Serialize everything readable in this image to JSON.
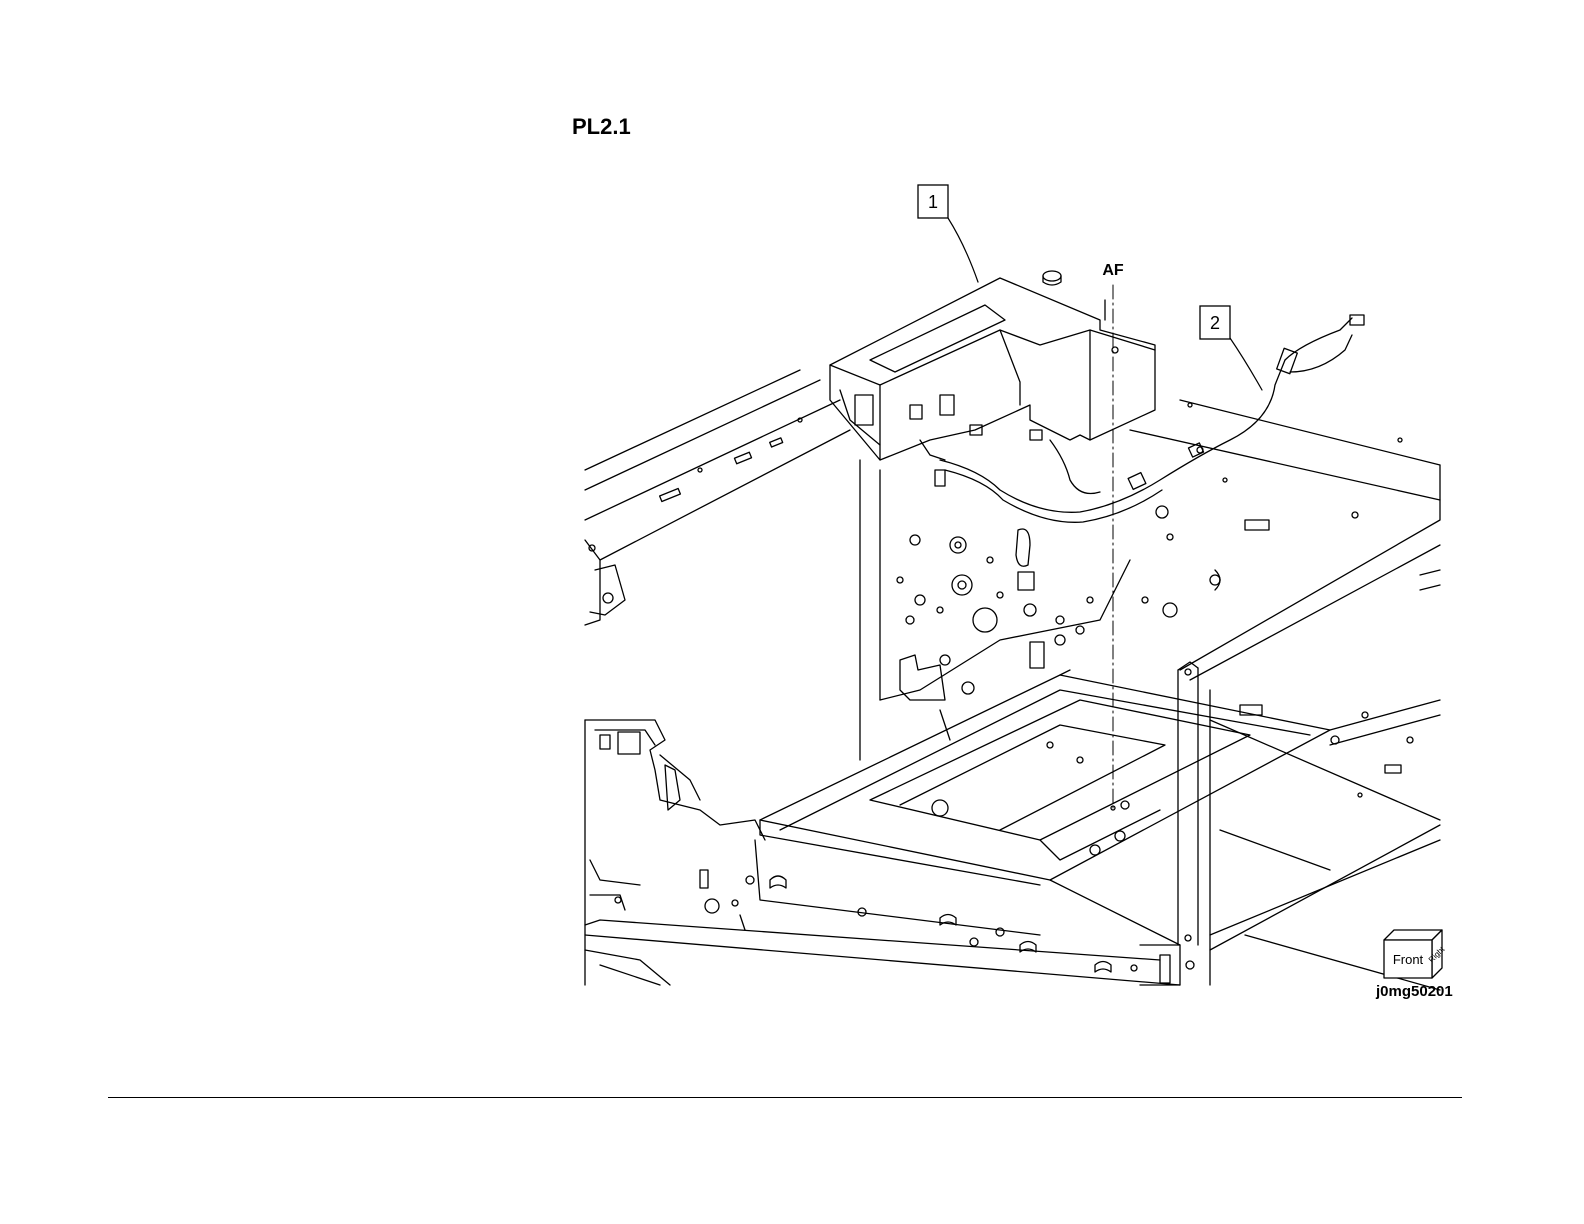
{
  "figure": {
    "title": "PL2.1",
    "callouts": [
      {
        "id": "item-1",
        "label": "1"
      },
      {
        "id": "item-2",
        "label": "2"
      }
    ],
    "datum_label": "AF",
    "orientation_cube": {
      "front": "Front",
      "right": "Right"
    },
    "image_code": "j0mg50201"
  },
  "colors": {
    "line": "#000000",
    "background": "#ffffff"
  }
}
